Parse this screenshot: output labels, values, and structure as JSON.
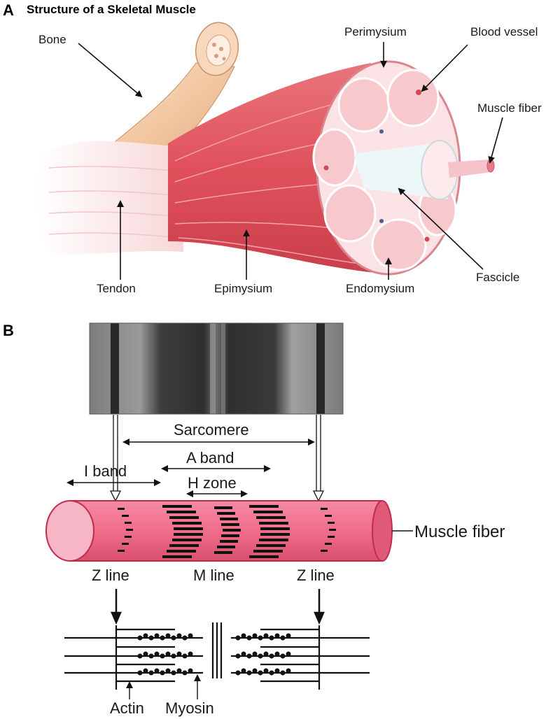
{
  "panel_a": {
    "letter": "A",
    "title": "Structure of a Skeletal Muscle",
    "labels": {
      "bone": "Bone",
      "perimysium": "Perimysium",
      "blood_vessel": "Blood vessel",
      "muscle_fiber": "Muscle fiber",
      "tendon": "Tendon",
      "epimysium": "Epimysium",
      "endomysium": "Endomysium",
      "fascicle": "Fascicle"
    }
  },
  "panel_b": {
    "letter": "B",
    "labels": {
      "sarcomere": "Sarcomere",
      "a_band": "A band",
      "i_band": "I band",
      "h_zone": "H zone",
      "muscle_fiber": "Muscle fiber",
      "z_line_left": "Z line",
      "m_line": "M line",
      "z_line_right": "Z line",
      "actin": "Actin",
      "myosin": "Myosin"
    }
  },
  "colors": {
    "muscle_red": "#e0515c",
    "muscle_light": "#f3a3aa",
    "bone": "#f2c7a0",
    "fiber_pink": "#f06e8a",
    "fiber_end": "#f7b6c6",
    "micrograph": "#6b6b6b"
  }
}
